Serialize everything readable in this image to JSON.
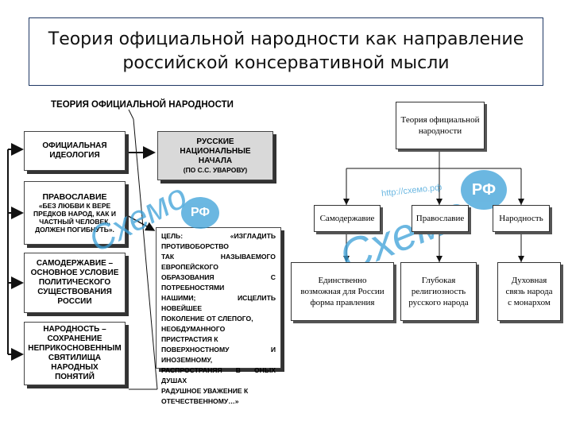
{
  "title": {
    "line1": "Теория официальной народности как направление",
    "line2": "российской консервативной мысли"
  },
  "left": {
    "header": "ТЕОРИЯ ОФИЦИАЛЬНОЙ НАРОДНОСТИ",
    "boxes": [
      {
        "lines": [
          "ОФИЦИАЛЬНАЯ",
          "ИДЕОЛОГИЯ"
        ]
      },
      {
        "lines": [
          "ПРАВОСЛАВИЕ",
          "«БЕЗ ЛЮБВИ К ВЕРЕ",
          "ПРЕДКОВ НАРОД, КАК И",
          "ЧАСТНЫЙ ЧЕЛОВЕК,",
          "ДОЛЖЕН ПОГИБНУТЬ»."
        ]
      },
      {
        "lines": [
          "САМОДЕРЖАВИЕ –",
          "ОСНОВНОЕ УСЛОВИЕ",
          "ПОЛИТИЧЕСКОГО",
          "СУЩЕСТВОВАНИЯ РОССИИ"
        ]
      },
      {
        "lines": [
          "НАРОДНОСТЬ –",
          "СОХРАНЕНИЕ",
          "НЕПРИКОСНОВЕННЫМ",
          "СВЯТИЛИЩА НАРОДНЫХ",
          "ПОНЯТИЙ"
        ]
      }
    ],
    "principles": {
      "line1": "РУССКИЕ НАЦИОНАЛЬНЫЕ",
      "line2": "НАЧАЛА",
      "line3": "(ПО С.С. УВАРОВУ)"
    },
    "goal": {
      "label": "ЦЕЛЬ:",
      "lines": [
        "«ИЗГЛАДИТЬ ПРОТИВОБОРСТВО",
        "ТАК НАЗЫВАЕМОГО ЕВРОПЕЙСКОГО",
        "ОБРАЗОВАНИЯ С ПОТРЕБНОСТЯМИ",
        "НАШИМИ; ИСЦЕЛИТЬ НОВЕЙШЕЕ",
        "ПОКОЛЕНИЕ ОТ СЛЕПОГО,",
        "НЕОБДУМАННОГО ПРИСТРАСТИЯ К",
        "ПОВЕРХНОСТНОМУ И ИНОЗЕМНОМУ,",
        "РАСПРОСТРАНЯЯ В ОНЫХ ДУШАХ",
        "РАДУШНОЕ УВАЖЕНИЕ К",
        "ОТЕЧЕСТВЕННОМУ…»"
      ]
    }
  },
  "right": {
    "root": {
      "line1": "Теория официальной",
      "line2": "народности"
    },
    "branches": [
      "Самодержавие",
      "Православие",
      "Народность"
    ],
    "details": [
      {
        "lines": [
          "Единственно",
          "возможная для России",
          "форма правления"
        ]
      },
      {
        "lines": [
          "Глубокая",
          "религиозность",
          "русского народа"
        ]
      },
      {
        "lines": [
          "Духовная",
          "связь народа",
          "с монархом"
        ]
      }
    ]
  },
  "watermark": {
    "site": "http://схемо.рф",
    "logo": "Схемо",
    "badge": "РФ"
  }
}
